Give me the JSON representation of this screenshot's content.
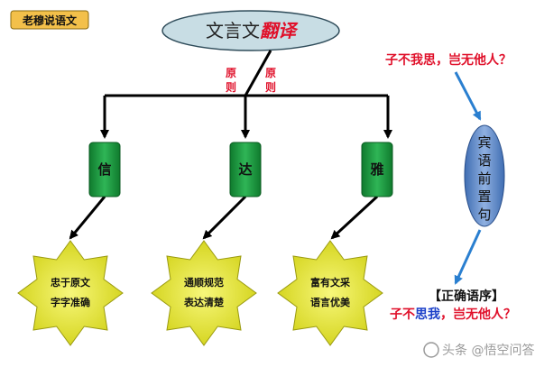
{
  "badge": {
    "label": "老穆说语文"
  },
  "title": {
    "main": "文言文",
    "emphasis": "翻译"
  },
  "principle_labels": [
    {
      "c1": "原",
      "c2": "则"
    },
    {
      "c1": "原",
      "c2": "则"
    }
  ],
  "boxes": [
    {
      "label": "信"
    },
    {
      "label": "达"
    },
    {
      "label": "雅"
    }
  ],
  "stars": [
    {
      "line1": "忠于原文",
      "line2": "字字准确"
    },
    {
      "line1": "通顺规范",
      "line2": "表达清楚"
    },
    {
      "line1": "富有文采",
      "line2": "语言优美"
    }
  ],
  "example": {
    "original": "子不我思，岂无他人？",
    "oval_chars": [
      "宾",
      "语",
      "前",
      "置",
      "句"
    ],
    "correct_heading": "【正确语序】",
    "correct_parts": [
      "子不",
      "思我",
      "，岂无他人？"
    ]
  },
  "watermark": {
    "label": "头条 @悟空问答"
  },
  "colors": {
    "box_green": "#1a9e3e",
    "star_yellow": "#e8e82a",
    "title_ellipse": "#c8dde4",
    "oval_blue": "#5b86c8",
    "arrow_blue": "#2a7fd0",
    "accent_red": "#e0102a",
    "badge_orange": "#f3c04a"
  }
}
